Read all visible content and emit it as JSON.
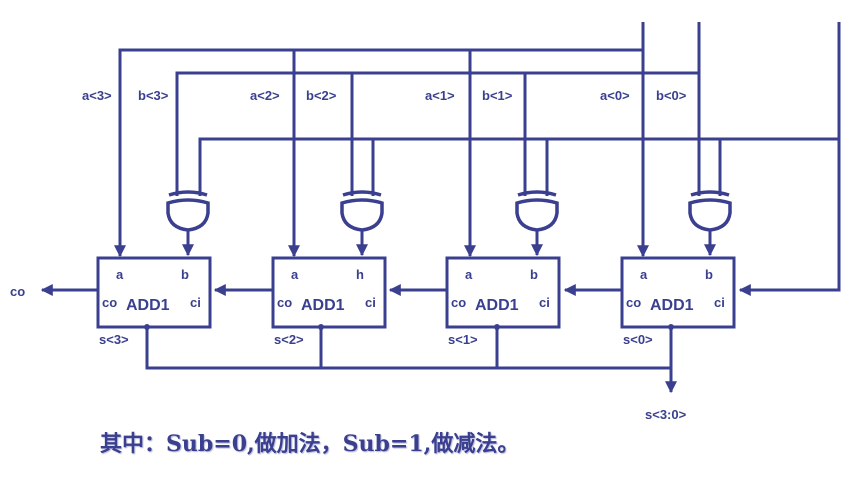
{
  "diagram": {
    "title": "4-bit adder/subtractor",
    "color": "#3a3f8f",
    "inputs": {
      "a_labels": [
        "a<3>",
        "a<2>",
        "a<1>",
        "a<0>"
      ],
      "b_labels": [
        "b<3>",
        "b<2>",
        "b<1>",
        "b<0>"
      ]
    },
    "adders": [
      {
        "name": "ADD1",
        "a": "a",
        "b": "b",
        "co": "co",
        "ci": "ci",
        "s": "s<3>"
      },
      {
        "name": "ADD1",
        "a": "a",
        "b": "h",
        "co": "co",
        "ci": "ci",
        "s": "s<2>"
      },
      {
        "name": "ADD1",
        "a": "a",
        "b": "b",
        "co": "co",
        "ci": "ci",
        "s": "s<1>"
      },
      {
        "name": "ADD1",
        "a": "a",
        "b": "b",
        "co": "co",
        "ci": "ci",
        "s": "s<0>"
      }
    ],
    "carry_out_label": "co",
    "sum_bus_label": "s<3:0>",
    "gates": [
      "XOR",
      "XOR",
      "XOR",
      "XOR"
    ]
  },
  "caption": "其中：Sub=0,做加法，Sub=1,做减法。"
}
